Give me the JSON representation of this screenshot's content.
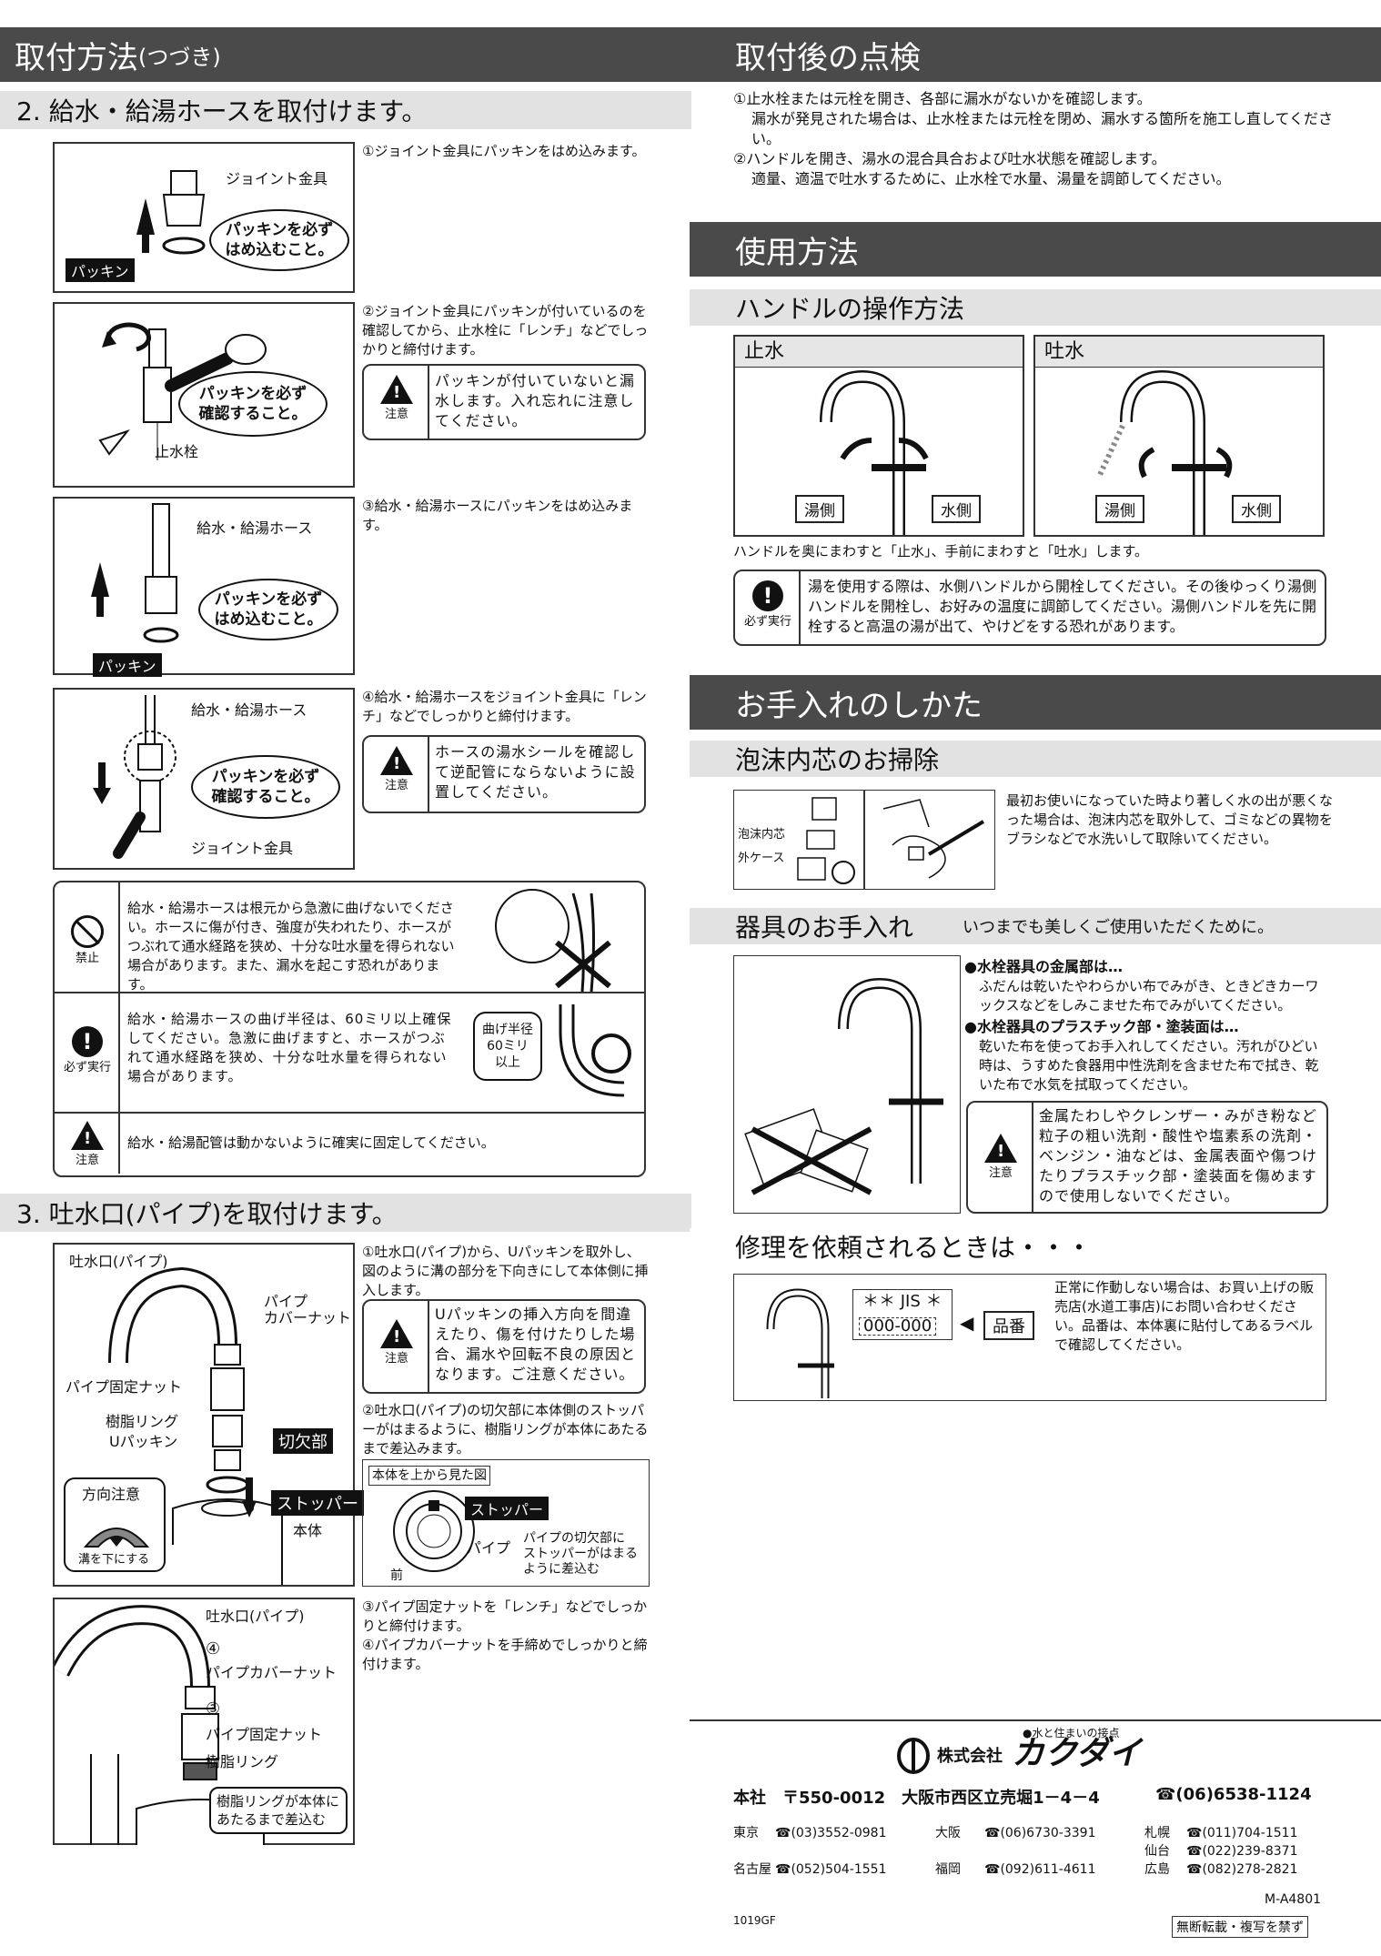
{
  "left": {
    "header_main": "取付方法",
    "header_small": "(つづき)",
    "section2": "2. 給水・給湯ホースを取付けます。",
    "step1": {
      "text": "①ジョイント金具にパッキンをはめ込みます。",
      "label_joint": "ジョイント金具",
      "label_packing": "パッキン",
      "bubble": "パッキンを必ず\nはめ込むこと。"
    },
    "step2": {
      "text": "②ジョイント金具にパッキンが付いているのを確認してから、止水栓に「レンチ」などでしっかりと締付けます。",
      "caution": "パッキンが付いていないと漏水します。入れ忘れに注意してください。",
      "caution_label": "注意",
      "bubble": "パッキンを必ず\n確認すること。",
      "label_valve": "止水栓"
    },
    "step3": {
      "text": "③給水・給湯ホースにパッキンをはめ込みます。",
      "label_hose": "給水・給湯ホース",
      "bubble": "パッキンを必ず\nはめ込むこと。",
      "label_packing": "パッキン"
    },
    "step4": {
      "text": "④給水・給湯ホースをジョイント金具に「レンチ」などでしっかりと締付けます。",
      "caution": "ホースの湯水シールを確認して逆配管にならないように設置してください。",
      "caution_label": "注意",
      "label_hose": "給水・給湯ホース",
      "bubble": "パッキンを必ず\n確認すること。",
      "label_joint": "ジョイント金具"
    },
    "warn": {
      "prohibit_label": "禁止",
      "prohibit_text": "給水・給湯ホースは根元から急激に曲げないでください。ホースに傷が付き、強度が失われたり、ホースがつぶれて通水経路を狭め、十分な吐水量を得られない場合があります。また、漏水を起こす恐れがあります。",
      "must_label": "必ず実行",
      "must_text": "給水・給湯ホースの曲げ半径は、60ミリ以上確保してください。急激に曲げますと、ホースがつぶれて通水経路を狭め、十分な吐水量を得られない場合があります。",
      "bend_bubble": "曲げ半径\n60ミリ\n以上",
      "caution_label": "注意",
      "caution_text": "給水・給湯配管は動かないように確実に固定してください。"
    },
    "section3": "3. 吐水口(パイプ)を取付けます。",
    "step5": {
      "label_pipe": "吐水口(パイプ)",
      "label_cover": "パイプ\nカバーナット",
      "label_fix": "パイプ固定ナット",
      "label_ring": "樹脂リング",
      "label_upack": "Uパッキン",
      "label_cut": "切欠部",
      "label_stopper": "ストッパー",
      "label_body": "本体",
      "dir_title": "方向注意",
      "dir_sub": "溝を下にする",
      "text1": "①吐水口(パイプ)から、Uパッキンを取外し、図のように溝の部分を下向きにして本体側に挿入します。",
      "caution": "Uパッキンの挿入方向を間違えたり、傷を付けたりした場合、漏水や回転不良の原因となります。ご注意ください。",
      "caution_label": "注意",
      "text2": "②吐水口(パイプ)の切欠部に本体側のストッパーがはまるように、樹脂リングが本体にあたるまで差込みます。",
      "top_view": "本体を上から見た図",
      "tv_stopper": "ストッパー",
      "tv_pipe": "パイプ",
      "tv_front": "前",
      "tv_note": "パイプの切欠部に\nストッパーがはまる\nように差込む"
    },
    "step6": {
      "label_pipe": "吐水口(パイプ)",
      "num4": "④",
      "label_cover": "パイプカバーナット",
      "num3": "③",
      "label_fix": "パイプ固定ナット",
      "label_ring": "樹脂リング",
      "bubble": "樹脂リングが本体に\nあたるまで差込む",
      "text1": "③パイプ固定ナットを「レンチ」などでしっかりと締付けます。",
      "text2": "④パイプカバーナットを手締めでしっかりと締付けます。"
    }
  },
  "right": {
    "header_check": "取付後の点検",
    "check1a": "①止水栓または元栓を開き、各部に漏水がないかを確認します。",
    "check1b": "漏水が発見された場合は、止水栓または元栓を閉め、漏水する箇所を施工し直してください。",
    "check2a": "②ハンドルを開き、湯水の混合具合および吐水状態を確認します。",
    "check2b": "適量、適温で吐水するために、止水栓で水量、湯量を調節してください。",
    "header_use": "使用方法",
    "sub_handle": "ハンドルの操作方法",
    "stop": "止水",
    "spout": "吐水",
    "hot": "湯側",
    "cold": "水側",
    "handle_note": "ハンドルを奥にまわすと「止水」、手前にまわすと「吐水」します。",
    "must_label": "必ず実行",
    "must_text": "湯を使用する際は、水側ハンドルから開栓してください。その後ゆっくり湯側ハンドルを開栓し、お好みの温度に調節してください。湯側ハンドルを先に開栓すると高温の湯が出て、やけどをする恐れがあります。",
    "header_care": "お手入れのしかた",
    "sub_aerator": "泡沫内芯のお掃除",
    "aer_inner": "泡沫内芯",
    "aer_case": "外ケース",
    "aer_text": "最初お使いになっていた時より著しく水の出が悪くなった場合は、泡沫内芯を取外して、ゴミなどの異物をブラシなどで水洗いして取除いてください。",
    "sub_fixture": "器具のお手入れ",
    "fixture_sub": "いつまでも美しくご使用いただくために。",
    "metal_title": "●水栓器具の金属部は…",
    "metal_text": "ふだんは乾いたやわらかい布でみがき、ときどきカーワックスなどをしみこませた布でみがいてください。",
    "plastic_title": "●水栓器具のプラスチック部・塗装面は…",
    "plastic_text": "乾いた布を使ってお手入れしてください。汚れがひどい時は、うすめた食器用中性洗剤を含ませた布で拭き、乾いた布で水気を拭取ってください。",
    "caution_label": "注意",
    "caution_text": "金属たわしやクレンザー・みがき粉など粒子の粗い洗剤・酸性や塩素系の洗剤・ベンジン・油などは、金属表面や傷つけたりプラスチック部・塗装面を傷めますので使用しないでください。",
    "sub_repair": "修理を依頼されるときは・・・",
    "label_top": "＊＊ JIS ＊",
    "label_num": "000-000",
    "hinban": "品番",
    "repair_text": "正常に作動しない場合は、お買い上げの販売店(水道工事店)にお問い合わせください。品番は、本体裏に貼付してあるラベルで確認してください。"
  },
  "footer": {
    "tagline": "●水と住まいの接点",
    "company": "株式会社",
    "brand": "カクダイ",
    "hq": "本社　〒550-0012　大阪市西区立売堀1－4－4",
    "hq_tel": "☎(06)6538-1124",
    "offices": [
      {
        "city": "東京",
        "tel": "☎(03)3552-0981"
      },
      {
        "city": "大阪",
        "tel": "☎(06)6730-3391"
      },
      {
        "city": "札幌",
        "tel": "☎(011)704-1511"
      },
      {
        "city": "仙台",
        "tel": "☎(022)239-8371"
      },
      {
        "city": "名古屋",
        "tel": "☎(052)504-1551"
      },
      {
        "city": "福岡",
        "tel": "☎(092)611-4611"
      },
      {
        "city": "広島",
        "tel": "☎(082)278-2821"
      }
    ],
    "code": "M-A4801",
    "date": "1019GF",
    "notice": "無断転載・複写を禁ず"
  }
}
